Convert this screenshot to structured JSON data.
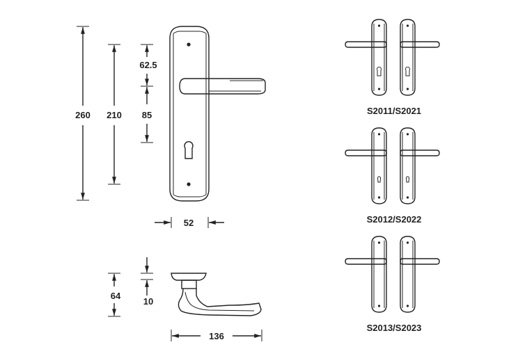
{
  "dimensions": {
    "overall_height": "260",
    "screw_spacing": "210",
    "lever_offset": "62.5",
    "lever_to_key": "85",
    "plate_width": "52",
    "lever_height": "64",
    "rosette_height": "10",
    "lever_length": "136"
  },
  "variants": [
    {
      "label": "S2011/S2021",
      "keyhole": "profile-cylinder"
    },
    {
      "label": "S2012/S2022",
      "keyhole": "bit-key"
    },
    {
      "label": "S2013/S2023",
      "keyhole": "none"
    }
  ],
  "colors": {
    "line": "#222222",
    "background": "#ffffff"
  }
}
